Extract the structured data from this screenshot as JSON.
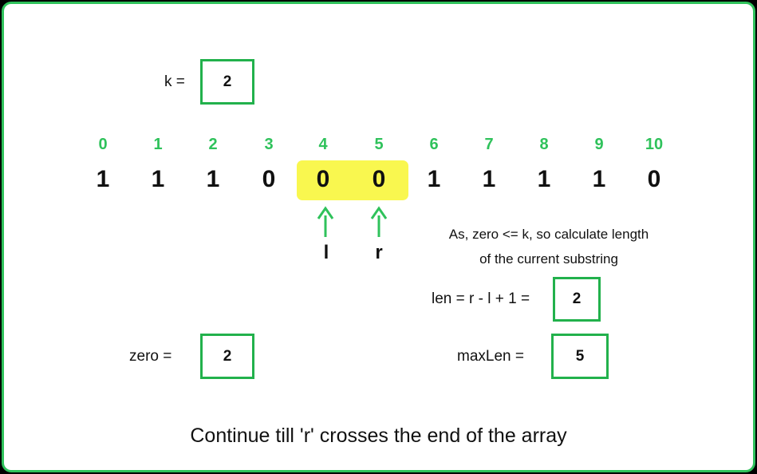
{
  "k": {
    "label": "k =",
    "value": "2"
  },
  "array": {
    "indices": [
      "0",
      "1",
      "2",
      "3",
      "4",
      "5",
      "6",
      "7",
      "8",
      "9",
      "10"
    ],
    "values": [
      "1",
      "1",
      "1",
      "0",
      "0",
      "0",
      "1",
      "1",
      "1",
      "1",
      "0"
    ],
    "window": [
      4,
      5
    ]
  },
  "pointers": {
    "left": "l",
    "right": "r"
  },
  "note": {
    "line1": "As, zero <= k, so calculate length",
    "line2": "of the current substring"
  },
  "len": {
    "label": "len = r - l + 1 =",
    "value": "2"
  },
  "zero": {
    "label": "zero  =",
    "value": "2"
  },
  "maxLen": {
    "label": "maxLen =",
    "value": "5"
  },
  "caption": "Continue till 'r' crosses the end of the array",
  "colors": {
    "accent": "#2fc25b",
    "box_border": "#22b14c",
    "highlight": "#f9f74f",
    "text": "#111111"
  }
}
